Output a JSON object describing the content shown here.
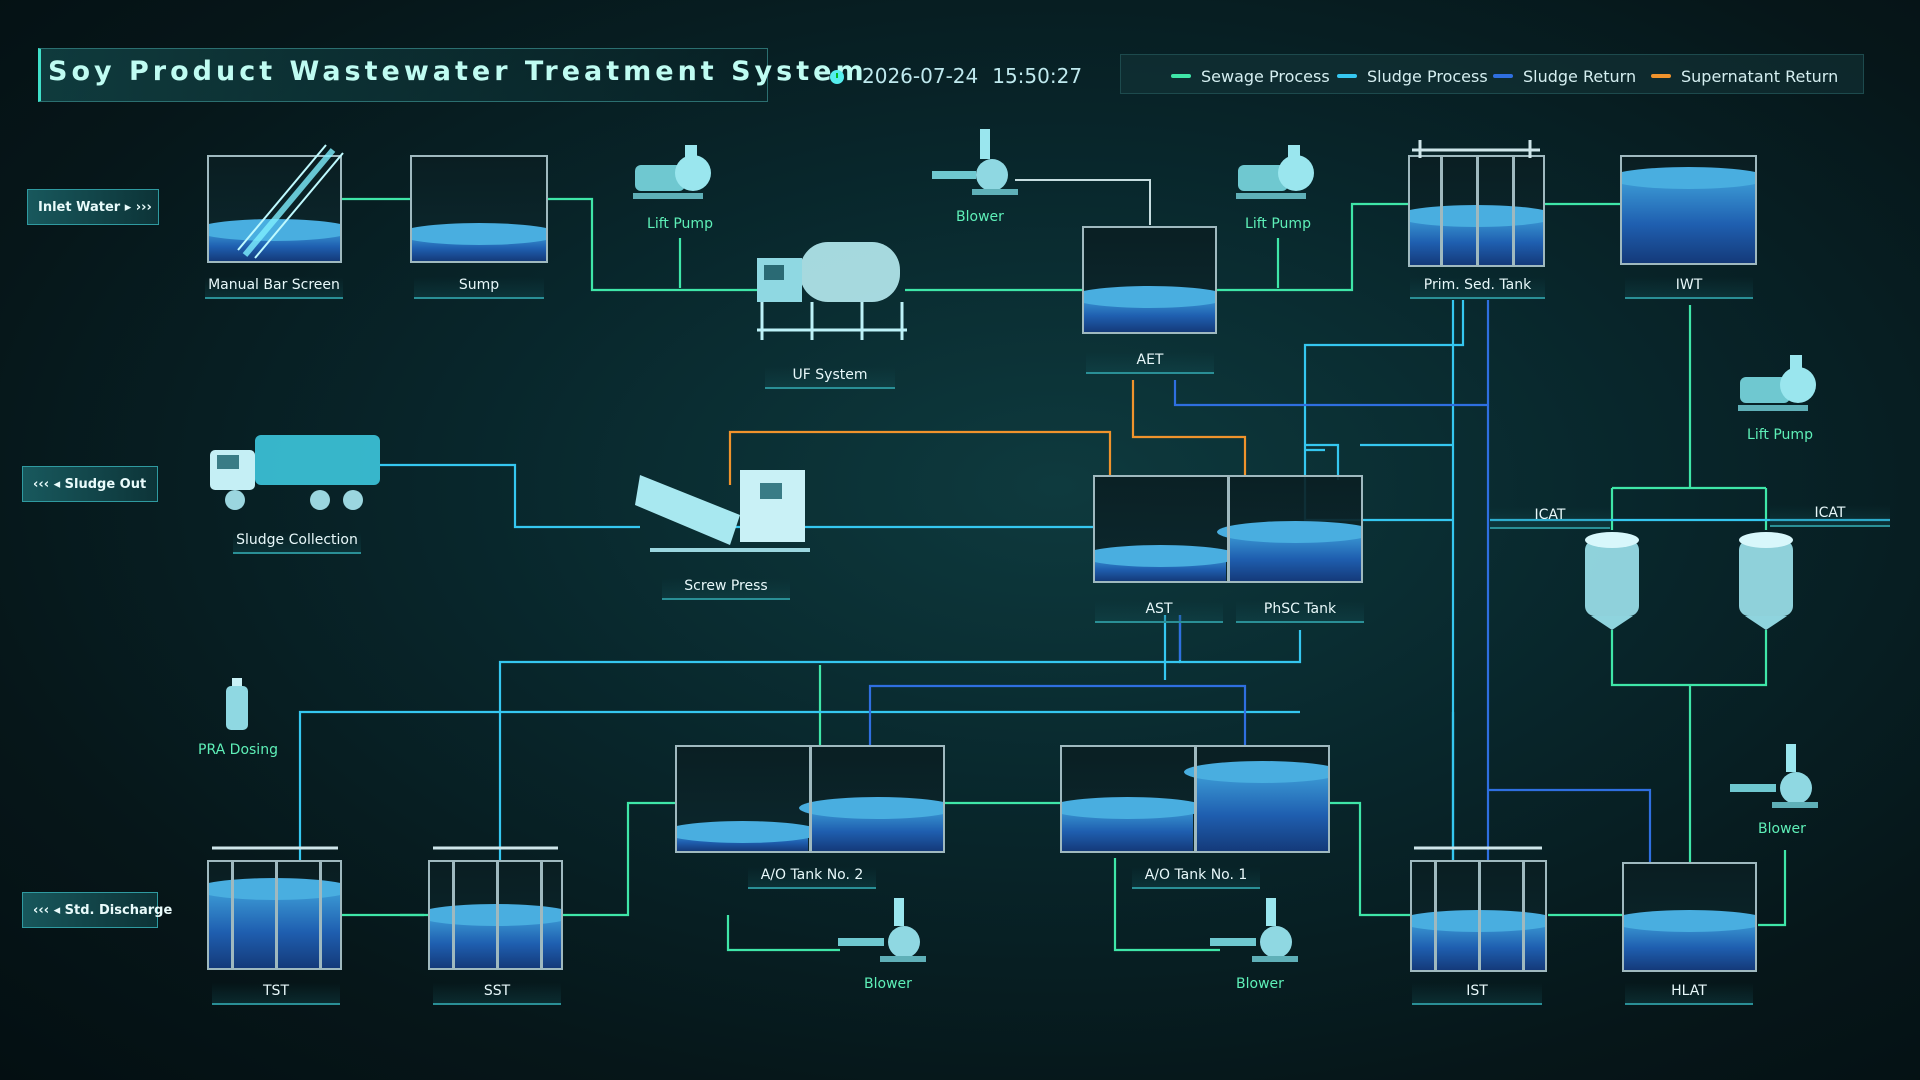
{
  "header": {
    "title": "Soy Product Wastewater Treatment System",
    "date": "2026-07-24",
    "time": "15:50:27"
  },
  "legend": [
    {
      "label": "Sewage Process",
      "color": "#3fe6a8"
    },
    {
      "label": "Sludge Process",
      "color": "#35c7f0"
    },
    {
      "label": "Sludge Return",
      "color": "#2f6fe0"
    },
    {
      "label": "Supernatant Return",
      "color": "#f0932c"
    }
  ],
  "side": {
    "inlet": "Inlet Water",
    "sludge_out": "Sludge Out",
    "discharge": "Std. Discharge"
  },
  "labels": {
    "manual_bar_screen": "Manual Bar Screen",
    "sump": "Sump",
    "lift_pump_1": "Lift Pump",
    "uf_system": "UF System",
    "blower_top": "Blower",
    "aet": "AET",
    "lift_pump_2": "Lift Pump",
    "prim_sed": "Prim. Sed. Tank",
    "iwt": "IWT",
    "sludge_collection": "Sludge Collection",
    "screw_press": "Screw Press",
    "ast": "AST",
    "phsc": "PhSC Tank",
    "lift_pump_3": "Lift Pump",
    "icat_1": "ICAT",
    "icat_2": "ICAT",
    "pra_dosing": "PRA Dosing",
    "ao2": "A/O Tank No. 2",
    "ao1": "A/O Tank No. 1",
    "blower_ao2": "Blower",
    "blower_ao1": "Blower",
    "blower_right": "Blower",
    "tst": "TST",
    "sst": "SST",
    "ist": "IST",
    "hlat": "HLAT"
  }
}
